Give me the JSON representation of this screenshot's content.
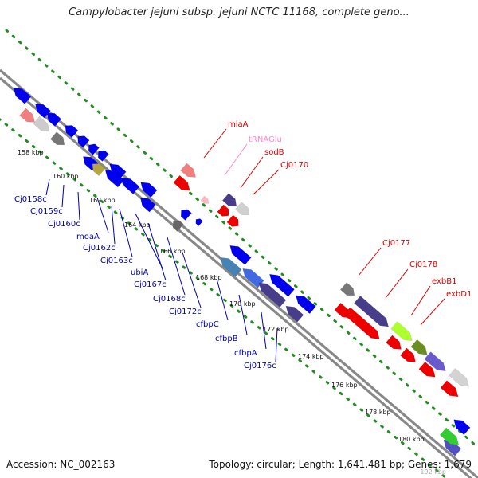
{
  "title": "Campylobacter jejuni subsp. jejuni NCTC 11168, complete geno...",
  "footer": {
    "accession_label": "Accession:",
    "accession": "NC_002163",
    "topology_label": "Topology:",
    "topology": "circular",
    "length_label": "Length:",
    "length": "1,641,481 bp",
    "genes_label": "Genes:",
    "genes": "1,679",
    "scale_note": "192 kbp"
  },
  "colors": {
    "forward_gene": "#0000ee",
    "reverse_gene": "#ee0000",
    "backbone": "#888888",
    "tick_dots": "#228b22",
    "forward_label": "#0000aa",
    "reverse_label": "#dd0000",
    "trna_label": "#ff88cc"
  },
  "ticks": [
    "158 kbp",
    "160 kbp",
    "162 kbp",
    "164 kbp",
    "166 kbp",
    "168 kbp",
    "170 kbp",
    "172 kbp",
    "174 kbp",
    "176 kbp",
    "178 kbp",
    "180 kbp"
  ],
  "forward_labels": [
    "Cj0158c",
    "Cj0159c",
    "Cj0160c",
    "moaA",
    "Cj0162c",
    "Cj0163c",
    "ubiA",
    "Cj0167c",
    "Cj0168c",
    "Cj0172c",
    "cfbpC",
    "cfbpB",
    "cfbpA",
    "Cj0176c"
  ],
  "reverse_labels": [
    "miaA",
    "tRNAGlu",
    "sodB",
    "Cj0170",
    "Cj0177",
    "Cj0178",
    "exbB1",
    "exbD1"
  ]
}
